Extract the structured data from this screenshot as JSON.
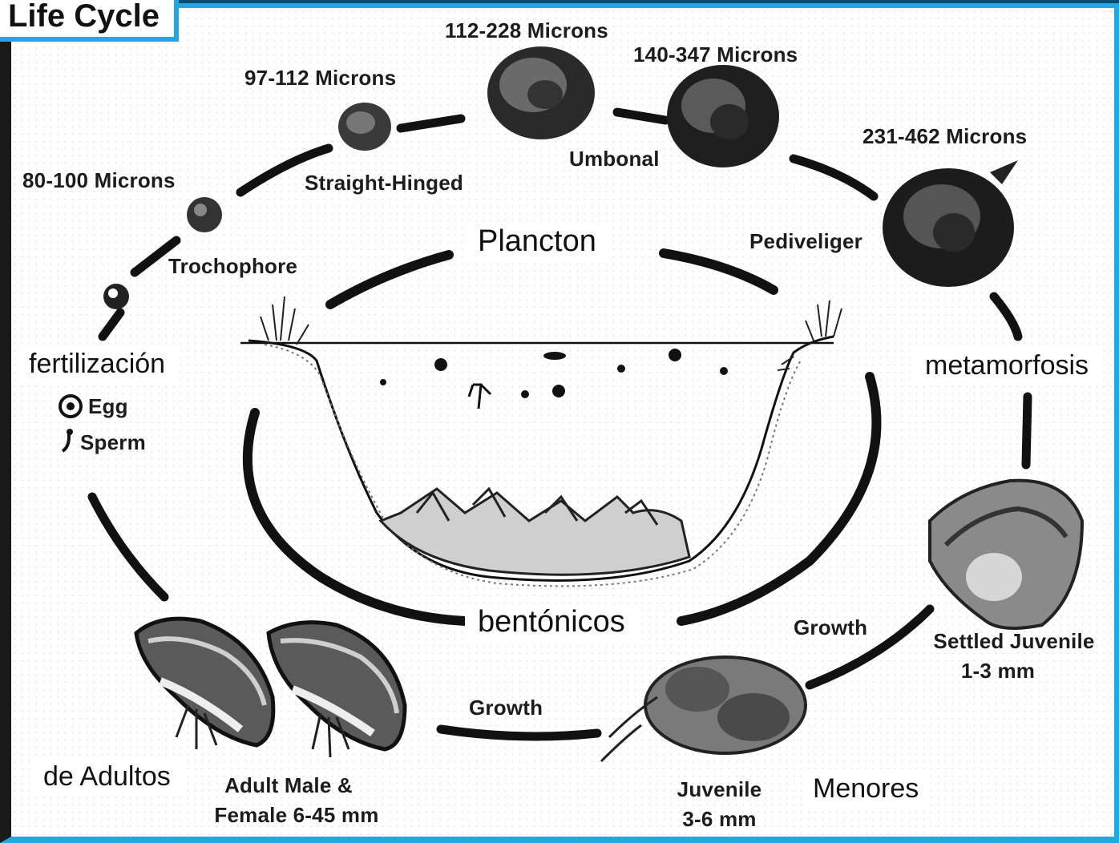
{
  "title": "Life Cycle",
  "sizes": {
    "s1": "80-100 Microns",
    "s2": "97-112 Microns",
    "s3": "112-228  Microns",
    "s4": "140-347  Microns",
    "s5": "231-462  Microns"
  },
  "stages": {
    "trochophore": "Trochophore",
    "straight_hinged": "Straight-Hinged",
    "umbonal": "Umbonal",
    "pediveliger": "Pediveliger",
    "settled_juvenile_1": "Settled Juvenile",
    "settled_juvenile_2": "1-3 mm",
    "juvenile_1": "Juvenile",
    "juvenile_2": "3-6 mm",
    "adult_1": "Adult Male &",
    "adult_2": "Female 6-45 mm",
    "growth_right": "Growth",
    "growth_bottom": "Growth",
    "egg": "Egg",
    "sperm": "Sperm"
  },
  "overlays": {
    "plancton": "Plancton",
    "bentonicos": "bentónicos",
    "fertilizacion": "fertilización",
    "metamorfosis": "metamorfosis",
    "adultos": "de Adultos",
    "menores": "Menores"
  },
  "colors": {
    "frame_blue": "#22a7e0",
    "ink": "#1c1c1c"
  }
}
